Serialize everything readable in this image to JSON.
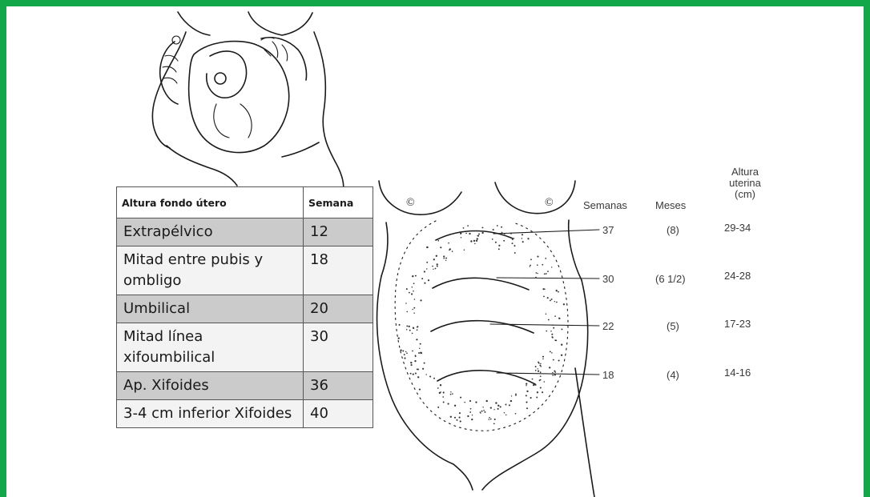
{
  "table": {
    "headers": [
      "Altura fondo útero",
      "Semana"
    ],
    "rows": [
      {
        "location": "Extrapélvico",
        "week": "12"
      },
      {
        "location": "Mitad entre pubis y ombligo",
        "week": "18"
      },
      {
        "location": "Umbilical",
        "week": "20"
      },
      {
        "location": "Mitad línea xifoumbilical",
        "week": "30"
      },
      {
        "location": "Ap. Xifoides",
        "week": "36"
      },
      {
        "location": "3-4 cm inferior Xifoides",
        "week": "40"
      }
    ]
  },
  "chart": {
    "col_semanas": "Semanas",
    "col_meses": "Meses",
    "col_altura": [
      "Altura",
      "uterina",
      "(cm)"
    ],
    "rows": [
      {
        "semanas": "37",
        "meses": "(8)",
        "altura": "29-34"
      },
      {
        "semanas": "30",
        "meses": "(6 1/2)",
        "altura": "24-28"
      },
      {
        "semanas": "22",
        "meses": "(5)",
        "altura": "17-23"
      },
      {
        "semanas": "18",
        "meses": "(4)",
        "altura": "14-16"
      }
    ]
  },
  "colors": {
    "border": "#12a84a",
    "shaded_row": "#cbcbcb",
    "plain_row": "#f3f3f3"
  },
  "icons": [
    "navel-symbol-left",
    "navel-symbol-right"
  ]
}
